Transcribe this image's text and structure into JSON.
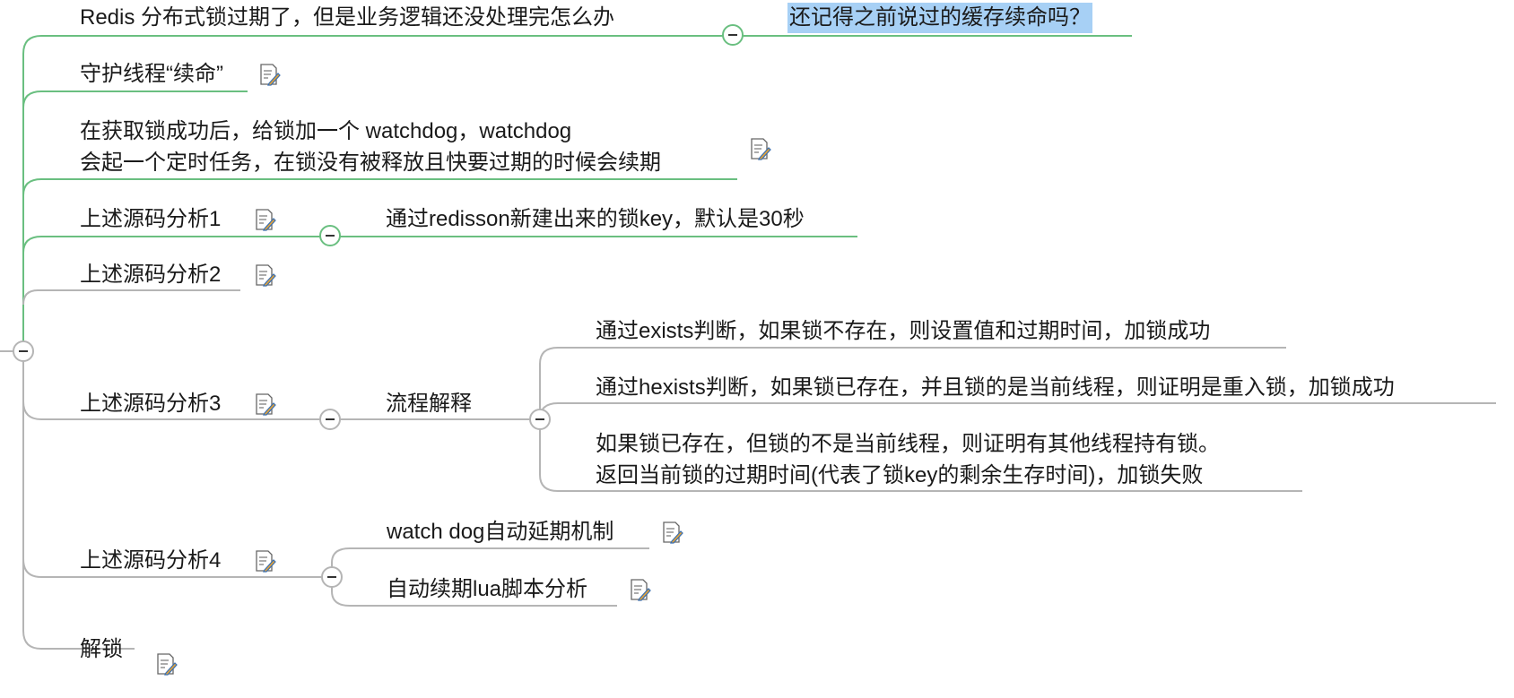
{
  "colors": {
    "green": "#6abf80",
    "gray": "#b5b5b5",
    "highlight": "#a7d0f5",
    "text": "#1a1a1a"
  },
  "icons": {
    "note": "note-pencil-icon",
    "collapse": "collapse-minus-icon"
  },
  "mindmap": {
    "topic1": {
      "label": "Redis 分布式锁过期了，但是业务逻辑还没处理完怎么办",
      "child": "还记得之前说过的缓存续命吗？"
    },
    "topic2": {
      "label": "守护线程“续命”"
    },
    "topic3": {
      "line1": "在获取锁成功后，给锁加一个 watchdog，watchdog",
      "line2": "会起一个定时任务，在锁没有被释放且快要过期的时候会续期"
    },
    "topic4": {
      "label": "上述源码分析1",
      "child": "通过redisson新建出来的锁key，默认是30秒"
    },
    "topic5": {
      "label": "上述源码分析2"
    },
    "topic6": {
      "label": "上述源码分析3",
      "child": "流程解释",
      "steps": [
        "通过exists判断，如果锁不存在，则设置值和过期时间，加锁成功",
        "通过hexists判断，如果锁已存在，并且锁的是当前线程，则证明是重入锁，加锁成功"
      ],
      "step3": {
        "line1": "如果锁已存在，但锁的不是当前线程，则证明有其他线程持有锁。",
        "line2": "返回当前锁的过期时间(代表了锁key的剩余生存时间)，加锁失败"
      }
    },
    "topic7": {
      "label": "上述源码分析4",
      "children": [
        "watch dog自动延期机制",
        "自动续期lua脚本分析"
      ]
    },
    "topic8": {
      "label": "解锁"
    }
  }
}
